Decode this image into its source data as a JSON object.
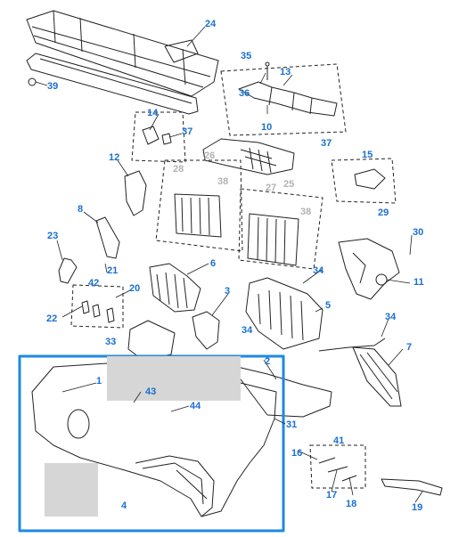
{
  "colors": {
    "callout_blue": "#1a6fd0",
    "callout_gray": "#b3b3b3",
    "highlight_frame": "#1e88e5",
    "line_art": "#222222"
  },
  "callouts": {
    "n24": "24",
    "n39": "39",
    "n35": "35",
    "n13": "13",
    "n36": "36",
    "n10": "10",
    "n14": "14",
    "n37a": "37",
    "n12": "12",
    "n26": "26",
    "n28": "28",
    "n38a": "38",
    "n27": "27",
    "n25": "25",
    "n38b": "38",
    "n37b": "37",
    "n15": "15",
    "n29": "29",
    "n8": "8",
    "n23": "23",
    "n6": "6",
    "n21": "21",
    "n42": "42",
    "n20": "20",
    "n22": "22",
    "n3": "3",
    "n34a": "34",
    "n5": "5",
    "n30": "30",
    "n11": "11",
    "n34b": "34",
    "n33": "33",
    "n34c": "34",
    "n7": "7",
    "n2": "2",
    "n1": "1",
    "n43": "43",
    "n44": "44",
    "n31": "31",
    "n16": "16",
    "n41": "41",
    "n17": "17",
    "n18": "18",
    "n19": "19",
    "n4": "4"
  }
}
